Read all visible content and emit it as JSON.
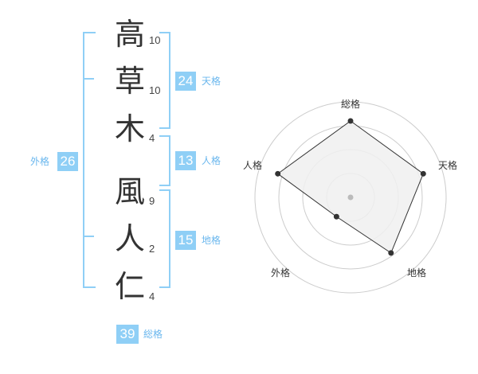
{
  "name": {
    "chars": [
      {
        "char": "高",
        "strokes": "10"
      },
      {
        "char": "草",
        "strokes": "10"
      },
      {
        "char": "木",
        "strokes": "4"
      },
      {
        "char": "風",
        "strokes": "9"
      },
      {
        "char": "人",
        "strokes": "2"
      },
      {
        "char": "仁",
        "strokes": "4"
      }
    ]
  },
  "kaku": {
    "tenkaku": {
      "value": "24",
      "label": "天格"
    },
    "jinkaku": {
      "value": "13",
      "label": "人格"
    },
    "chikaku": {
      "value": "15",
      "label": "地格"
    },
    "gaikaku": {
      "value": "26",
      "label": "外格"
    },
    "soukaku": {
      "value": "39",
      "label": "総格"
    }
  },
  "radar": {
    "axes": [
      "総格",
      "天格",
      "地格",
      "外格",
      "人格"
    ],
    "values": [
      0.8,
      0.8,
      0.72,
      0.25,
      0.8
    ],
    "colors": {
      "fill": "#f0f0f0",
      "stroke": "#333333",
      "grid": "#cccccc",
      "center": "#bbbbbb"
    }
  },
  "colors": {
    "accent": "#8fcff6",
    "accent_text": "#6ab7ee"
  }
}
